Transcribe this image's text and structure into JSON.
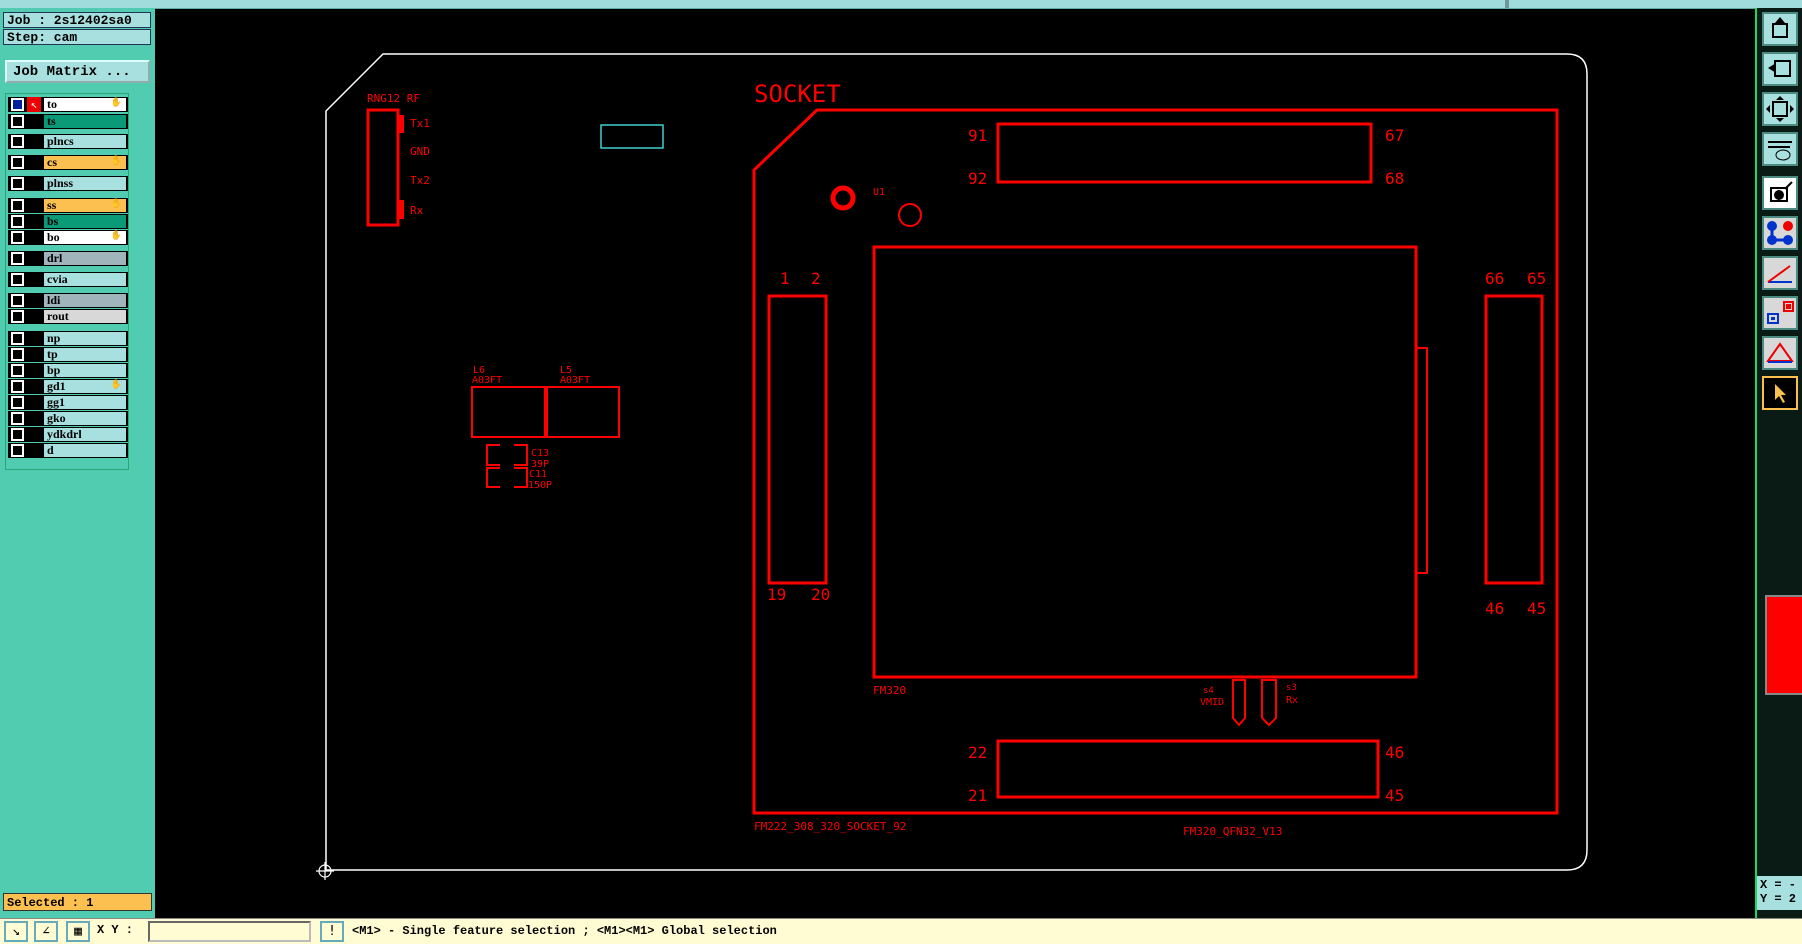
{
  "job": {
    "label": "Job : 2s12402sa0",
    "step": "Step: cam",
    "matrix_button": "Job Matrix ..."
  },
  "layers": [
    {
      "name": "to",
      "color": "#ffffff",
      "editable": true
    },
    {
      "name": "ts",
      "color": "#0a9a78"
    },
    {
      "name": "plncs",
      "color": "#a8e0e0"
    },
    {
      "name": "cs",
      "color": "#fcc050",
      "editable": true
    },
    {
      "name": "plnss",
      "color": "#a8e0e0"
    },
    {
      "name": "ss",
      "color": "#fcc050",
      "editable": true
    },
    {
      "name": "bs",
      "color": "#0a9a78"
    },
    {
      "name": "bo",
      "color": "#ffffff",
      "editable": true
    },
    {
      "name": "drl",
      "color": "#a0b4bc"
    },
    {
      "name": "cvia",
      "color": "#a8e0e0"
    },
    {
      "name": "ldi",
      "color": "#a0b4bc"
    },
    {
      "name": "rout",
      "color": "#d8d8d8"
    },
    {
      "name": "np",
      "color": "#a8e0e0"
    },
    {
      "name": "tp",
      "color": "#a8e0e0"
    },
    {
      "name": "bp",
      "color": "#a8e0e0"
    },
    {
      "name": "gd1",
      "color": "#a8e0e0",
      "editable": true
    },
    {
      "name": "gg1",
      "color": "#a8e0e0"
    },
    {
      "name": "gko",
      "color": "#a8e0e0"
    },
    {
      "name": "ydkdrl",
      "color": "#a8e0e0"
    },
    {
      "name": "d",
      "color": "#a8e0e0"
    }
  ],
  "selected": "Selected : 1",
  "bottom": {
    "xy_label": "X Y :",
    "xy_value": "",
    "status": "<M1> - Single feature selection ; <M1><M1> Global selection",
    "alert_icon": "!"
  },
  "readout": {
    "x": "X = -",
    "y": "Y = 2"
  },
  "toolbar_icons": [
    "home-icon",
    "zoom-back-icon",
    "fit-icon",
    "tools-icon",
    "feature-add-icon",
    "connect-icon",
    "angle-measure-icon",
    "snap-icon",
    "triangle-icon",
    "pointer-icon"
  ],
  "cad": {
    "title": "SOCKET",
    "u1": "U1",
    "top_pins": [
      "91",
      "92",
      "67",
      "68"
    ],
    "left_pins": [
      "1",
      "2",
      "19",
      "20"
    ],
    "right_pins": [
      "66",
      "65",
      "46",
      "45"
    ],
    "bottom_pins": [
      "22",
      "21",
      "46",
      "45"
    ],
    "chip_label": "FM320",
    "pad_labels": {
      "s4": "s4",
      "vmid": "VMID",
      "s3": "s3",
      "rx": "Rx"
    },
    "footprint_label": "FM222_308_320_SOCKET_92",
    "qfn_label": "FM320_QFN32_V13",
    "rf_header": {
      "title": "RNG12 RF",
      "pins": [
        "Tx1",
        "GND",
        "Tx2",
        "Rx"
      ]
    },
    "inductors": [
      {
        "ref": "L6",
        "value": "A03FT"
      },
      {
        "ref": "L5",
        "value": "A03FT"
      }
    ],
    "caps": [
      {
        "ref": "C13",
        "value": "39P"
      },
      {
        "ref": "C11",
        "value": "150P"
      }
    ],
    "colors": {
      "silk": "#ff0000",
      "outline": "#ffffff",
      "highlight": "#40d0d0"
    }
  }
}
